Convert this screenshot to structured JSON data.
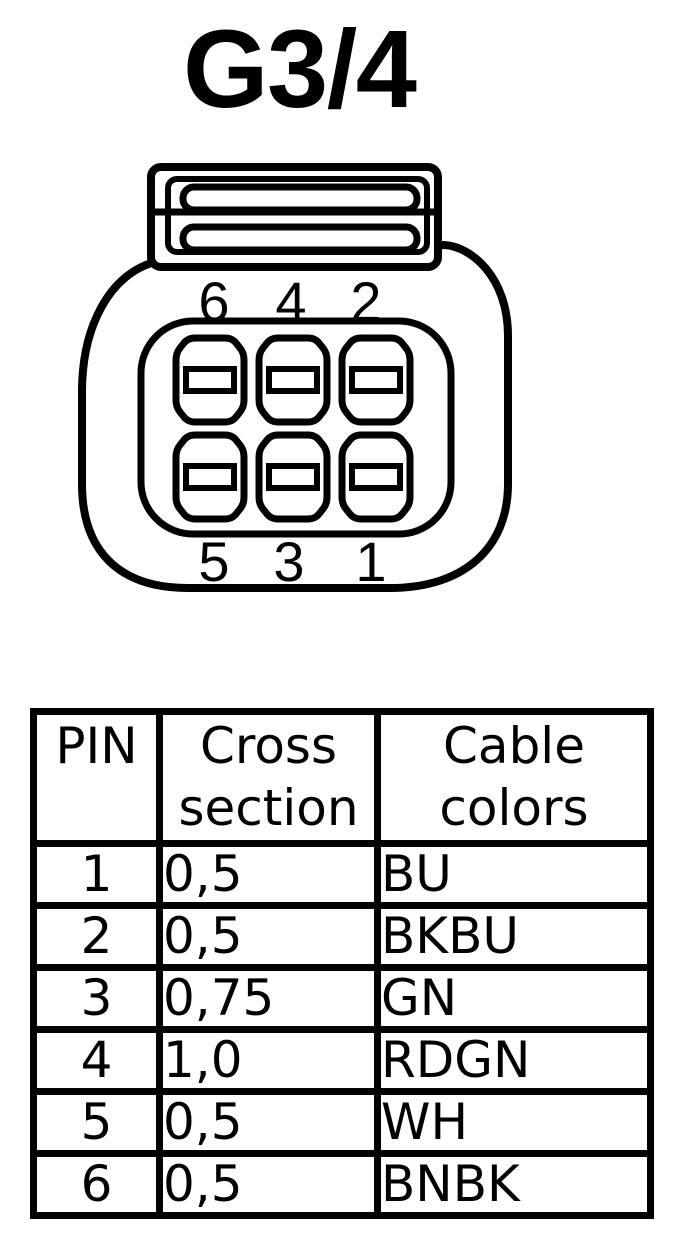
{
  "title": "G3/4",
  "connector": {
    "top_row_labels": [
      "6",
      "4",
      "2"
    ],
    "bottom_row_labels": [
      "5",
      "3",
      "1"
    ]
  },
  "table": {
    "headers": [
      "PIN",
      "Cross section",
      "Cable colors"
    ],
    "rows": [
      {
        "pin": "1",
        "cross_section": "0,5",
        "cable_color": "BU"
      },
      {
        "pin": "2",
        "cross_section": "0,5",
        "cable_color": "BKBU"
      },
      {
        "pin": "3",
        "cross_section": "0,75",
        "cable_color": "GN"
      },
      {
        "pin": "4",
        "cross_section": "1,0",
        "cable_color": "RDGN"
      },
      {
        "pin": "5",
        "cross_section": "0,5",
        "cable_color": "WH"
      },
      {
        "pin": "6",
        "cross_section": "0,5",
        "cable_color": "BNBK"
      }
    ]
  },
  "colors": {
    "foreground": "#000000",
    "background": "#ffffff"
  }
}
